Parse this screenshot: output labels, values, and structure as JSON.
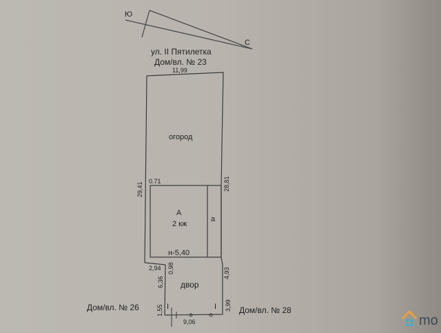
{
  "compass": {
    "south_label": "Ю",
    "north_label": "С"
  },
  "header": {
    "street": "ул. II Пятилетка",
    "neighbor_top": "Дом/вл. № 23"
  },
  "plot": {
    "top_width": "11,99",
    "left_length": "29,41",
    "right_length": "28,81",
    "garden_label": "огород",
    "offset_label": "0.71",
    "house": {
      "letter": "А",
      "type": "2 кж",
      "annex": "а",
      "bottom_width": "н-5,40"
    },
    "yard": {
      "label": "двор",
      "dim_0_98": "0,98",
      "dim_2_94": "2,94",
      "dim_6_36": "6,36",
      "dim_1_55": "1,55",
      "dim_4_93": "4,93",
      "dim_3_99": "3,99",
      "bottom_width": "9,06",
      "gate_marks": [
        "I",
        "I"
      ]
    }
  },
  "neighbors": {
    "left": "Дом/вл. № 26",
    "right": "Дом/вл. № 28"
  },
  "watermark": {
    "text": "mo",
    "roof_color": "#e8a33a",
    "body_color": "#3ab0c8"
  }
}
